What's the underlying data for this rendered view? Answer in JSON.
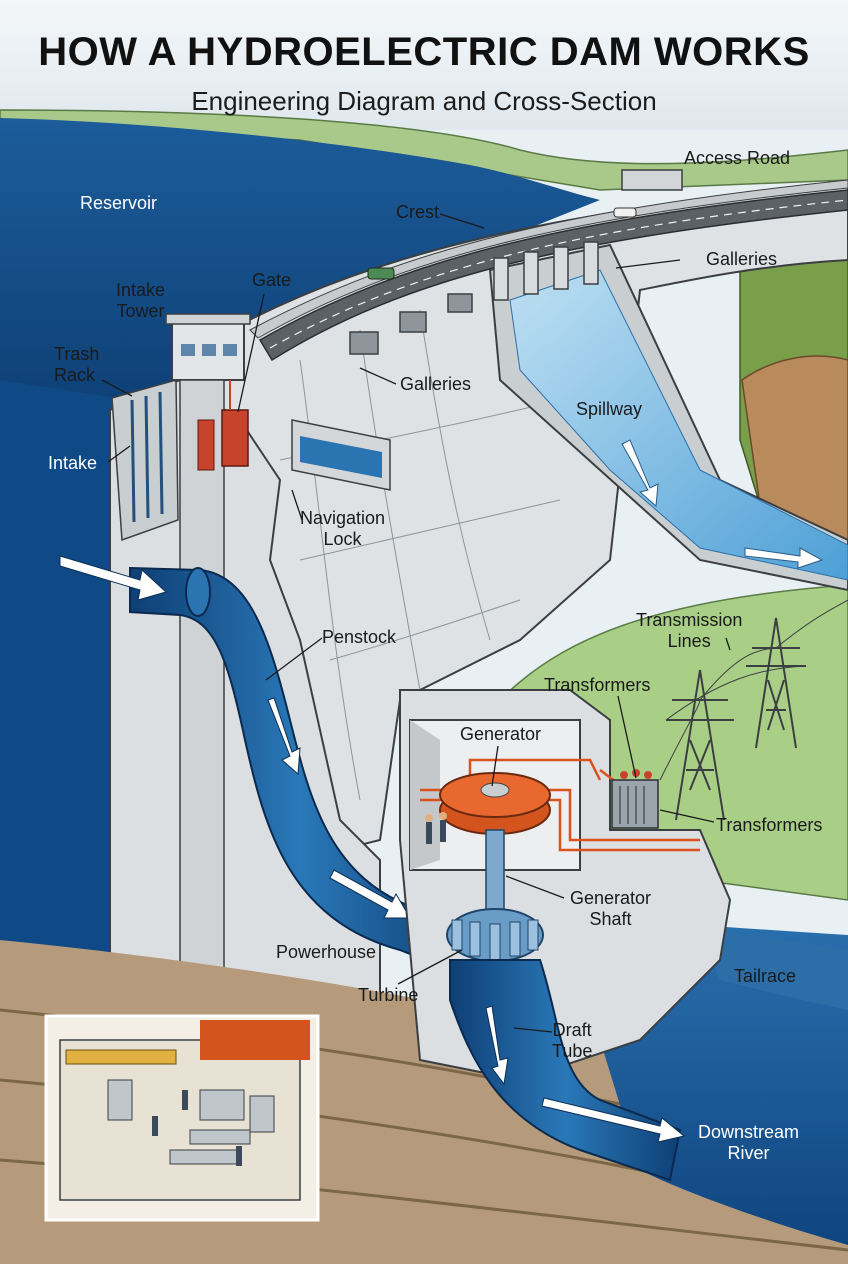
{
  "header": {
    "title": "HOW A HYDROELECTRIC DAM WORKS",
    "subtitle": "Engineering Diagram and Cross-Section"
  },
  "labels": {
    "reservoir": "Reservoir",
    "access_road": "Access Road",
    "crest": "Crest",
    "galleries_right": "Galleries",
    "gate": "Gate",
    "intake_tower": "Intake\nTower",
    "trash_rack": "Trash\nRack",
    "intake": "Intake",
    "galleries_center": "Galleries",
    "spillway": "Spillway",
    "navigation_lock": "Navigation\nLock",
    "penstock": "Penstock",
    "transmission_lines": "Transmission\nLines",
    "transformers_top": "Transformers",
    "generator": "Generator",
    "transformers_right": "Transformers",
    "generator_shaft": "Generator\nShaft",
    "powerhouse": "Powerhouse",
    "tailrace": "Tailrace",
    "turbine": "Turbine",
    "draft_tube": "Draft\nTube",
    "downstream_river": "Downstream\nRiver"
  },
  "colors": {
    "water_dark": "#0d3f78",
    "water_mid": "#1b5e9a",
    "concrete": "#d6d9db",
    "concrete_shadow": "#b9bec2",
    "grass": "#9bc27a",
    "generator_orange": "#d4541e",
    "turbine_blue": "#6a9cc8",
    "gate_red": "#c8432b"
  }
}
